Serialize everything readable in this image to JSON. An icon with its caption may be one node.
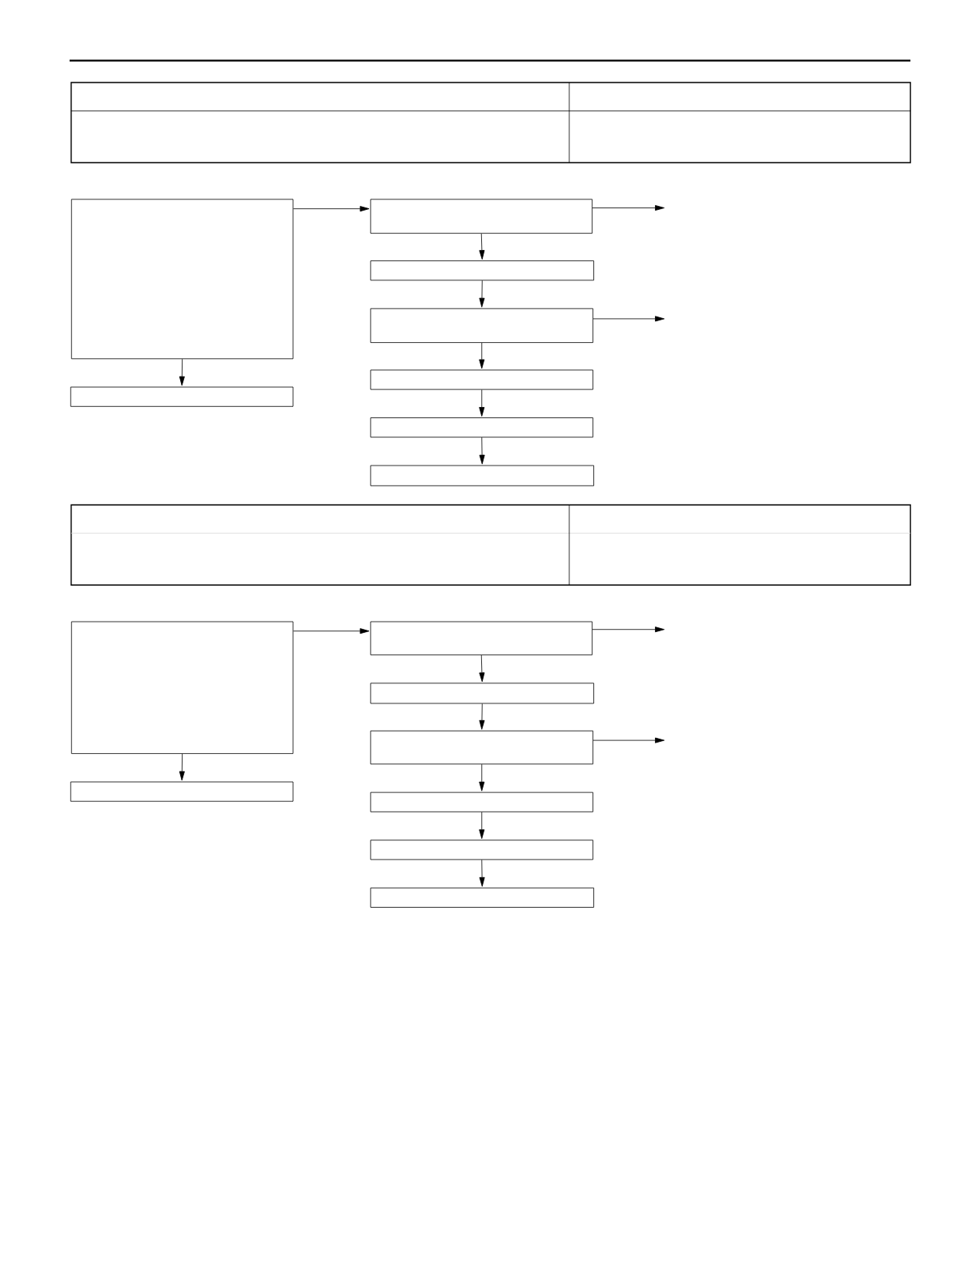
{
  "diagram": {
    "nodes": [
      {
        "text": [],
        "shape": "box"
      },
      {
        "text": [],
        "shape": "box"
      },
      {
        "text": [],
        "shape": "box"
      },
      {
        "text": [],
        "shape": "box"
      },
      {
        "text": [],
        "shape": "box"
      },
      {
        "text": [],
        "shape": "box"
      },
      {
        "text": [],
        "shape": "box"
      },
      {
        "text": [],
        "shape": "box"
      },
      {
        "text": [],
        "shape": "box"
      },
      {
        "text": [],
        "shape": "box"
      },
      {
        "text": [],
        "shape": "box"
      },
      {
        "text": [],
        "shape": "box"
      },
      {
        "text": [],
        "shape": "box"
      },
      {
        "text": [],
        "shape": "box"
      },
      {
        "text": [],
        "shape": "box"
      },
      {
        "text": [],
        "shape": "box"
      }
    ],
    "edges": [
      {
        "from": 0,
        "to": 2,
        "arrow": "to"
      },
      {
        "from": 0,
        "to": 1,
        "arrow": "to"
      },
      {
        "from": 2,
        "to": null,
        "arrow": "to"
      },
      {
        "from": 2,
        "to": 3,
        "arrow": "to"
      },
      {
        "from": 3,
        "to": 4,
        "arrow": "to"
      },
      {
        "from": 4,
        "to": null,
        "arrow": "to"
      },
      {
        "from": 4,
        "to": 5,
        "arrow": "to"
      },
      {
        "from": 5,
        "to": 6,
        "arrow": "to"
      },
      {
        "from": 6,
        "to": 7,
        "arrow": "to"
      },
      {
        "from": 8,
        "to": 10,
        "arrow": "to"
      },
      {
        "from": 8,
        "to": 9,
        "arrow": "to"
      },
      {
        "from": 10,
        "to": null,
        "arrow": "to"
      },
      {
        "from": 10,
        "to": 11,
        "arrow": "to"
      },
      {
        "from": 11,
        "to": 12,
        "arrow": "to"
      },
      {
        "from": 12,
        "to": null,
        "arrow": "to"
      },
      {
        "from": 12,
        "to": 13,
        "arrow": "to"
      },
      {
        "from": 13,
        "to": 14,
        "arrow": "to"
      },
      {
        "from": 14,
        "to": 15,
        "arrow": "to"
      }
    ]
  }
}
